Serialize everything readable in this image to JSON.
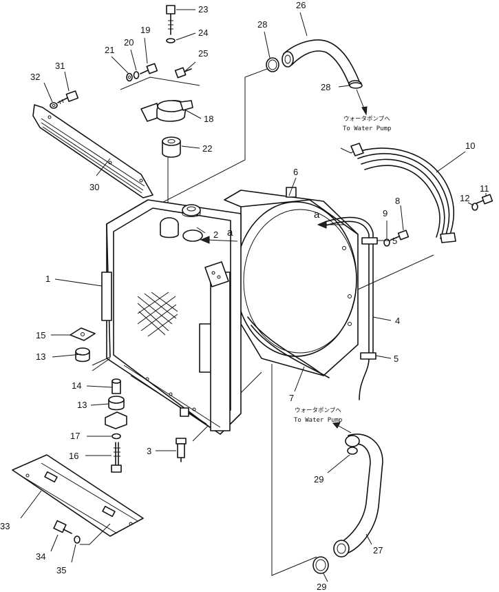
{
  "callouts": [
    {
      "id": "1",
      "label": "1"
    },
    {
      "id": "2",
      "label": "2"
    },
    {
      "id": "3",
      "label": "3"
    },
    {
      "id": "4",
      "label": "4"
    },
    {
      "id": "5a",
      "label": "5"
    },
    {
      "id": "5b",
      "label": "5"
    },
    {
      "id": "6",
      "label": "6"
    },
    {
      "id": "7",
      "label": "7"
    },
    {
      "id": "8",
      "label": "8"
    },
    {
      "id": "9",
      "label": "9"
    },
    {
      "id": "10",
      "label": "10"
    },
    {
      "id": "11",
      "label": "11"
    },
    {
      "id": "12",
      "label": "12"
    },
    {
      "id": "13a",
      "label": "13"
    },
    {
      "id": "13b",
      "label": "13"
    },
    {
      "id": "14",
      "label": "14"
    },
    {
      "id": "15",
      "label": "15"
    },
    {
      "id": "16",
      "label": "16"
    },
    {
      "id": "17",
      "label": "17"
    },
    {
      "id": "18",
      "label": "18"
    },
    {
      "id": "19",
      "label": "19"
    },
    {
      "id": "20",
      "label": "20"
    },
    {
      "id": "21",
      "label": "21"
    },
    {
      "id": "22",
      "label": "22"
    },
    {
      "id": "23",
      "label": "23"
    },
    {
      "id": "24",
      "label": "24"
    },
    {
      "id": "25",
      "label": "25"
    },
    {
      "id": "26",
      "label": "26"
    },
    {
      "id": "27",
      "label": "27"
    },
    {
      "id": "28a",
      "label": "28"
    },
    {
      "id": "28b",
      "label": "28"
    },
    {
      "id": "29a",
      "label": "29"
    },
    {
      "id": "29b",
      "label": "29"
    },
    {
      "id": "30",
      "label": "30"
    },
    {
      "id": "31",
      "label": "31"
    },
    {
      "id": "32",
      "label": "32"
    },
    {
      "id": "33",
      "label": "33"
    },
    {
      "id": "34",
      "label": "34"
    },
    {
      "id": "35",
      "label": "35"
    }
  ],
  "notes": {
    "upper_jp": "ウォータポンプへ",
    "upper_en": "To Water Pump",
    "lower_jp": "ウォータポンプへ",
    "lower_en": "To Water Pump"
  },
  "refs": {
    "a1": "a",
    "a2": "a"
  }
}
